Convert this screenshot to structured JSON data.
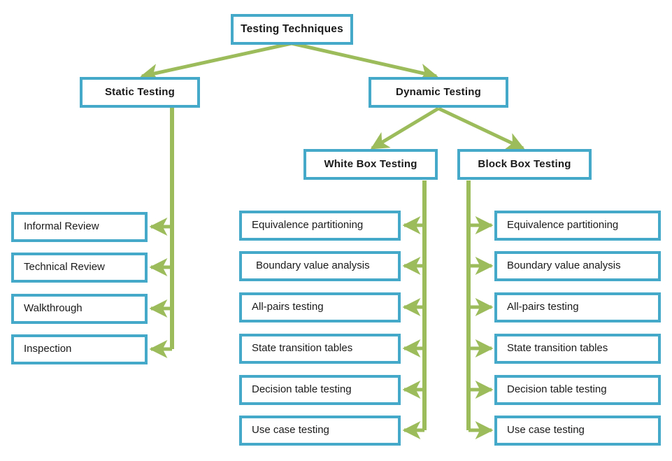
{
  "diagram": {
    "title": "Testing Techniques",
    "type": "tree",
    "colors": {
      "node_border": "#45AACA",
      "node_fill": "#FFFFFF",
      "connector": "#9CBB5B",
      "text": "#1A1A1A",
      "background": "#FFFFFF"
    },
    "root": {
      "label": "Testing Techniques"
    },
    "level2": [
      {
        "label": "Static Testing"
      },
      {
        "label": "Dynamic Testing"
      }
    ],
    "level3": [
      {
        "label": "White Box Testing"
      },
      {
        "label": "Block Box Testing"
      }
    ],
    "static_testing_items": [
      {
        "label": "Informal Review"
      },
      {
        "label": "Technical Review"
      },
      {
        "label": "Walkthrough"
      },
      {
        "label": "Inspection"
      }
    ],
    "white_box_items": [
      {
        "label": "Equivalence partitioning"
      },
      {
        "label": "Boundary value analysis"
      },
      {
        "label": "All-pairs testing"
      },
      {
        "label": "State transition tables"
      },
      {
        "label": "Decision table testing"
      },
      {
        "label": "Use case testing"
      }
    ],
    "black_box_items": [
      {
        "label": "Equivalence partitioning"
      },
      {
        "label": "Boundary value analysis"
      },
      {
        "label": "All-pairs testing"
      },
      {
        "label": "State transition tables"
      },
      {
        "label": "Decision table testing"
      },
      {
        "label": "Use case testing"
      }
    ]
  }
}
